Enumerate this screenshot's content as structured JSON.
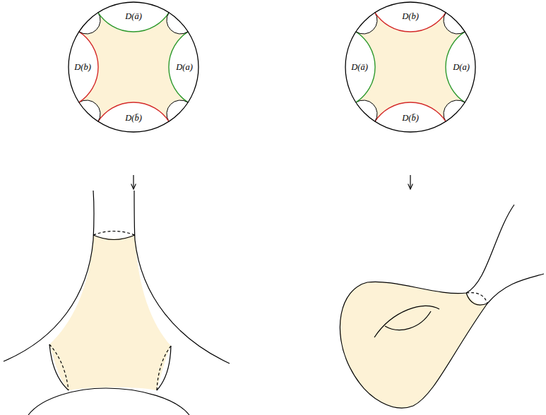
{
  "diagram": {
    "nodes": [
      {
        "text": [
          "D(ā)"
        ]
      },
      {
        "text": [
          "D(b)"
        ]
      },
      {
        "text": [
          "D(a)"
        ]
      },
      {
        "text": [
          "D(b̄)"
        ]
      },
      {
        "text": [
          "D(b)"
        ]
      },
      {
        "text": [
          "D(ā)"
        ]
      },
      {
        "text": [
          "D(a)"
        ]
      },
      {
        "text": [
          "D(b̄)"
        ]
      }
    ]
  }
}
